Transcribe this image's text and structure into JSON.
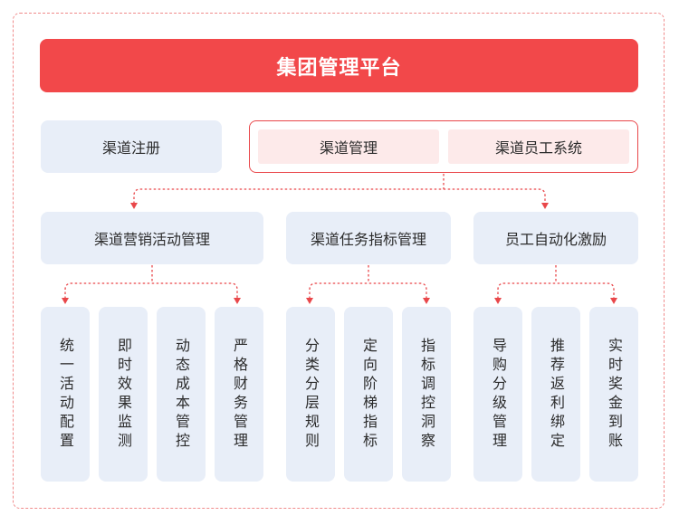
{
  "title": "集团管理平台",
  "channel_register": "渠道注册",
  "channel_manage": "渠道管理",
  "channel_staff_system": "渠道员工系统",
  "groups": [
    {
      "label": "渠道营销活动管理",
      "items": [
        "统一活动配置",
        "即时效果监测",
        "动态成本管控",
        "严格财务管理"
      ]
    },
    {
      "label": "渠道任务指标管理",
      "items": [
        "分类分层规则",
        "定向阶梯指标",
        "指标调控洞察"
      ]
    },
    {
      "label": "员工自动化激励",
      "items": [
        "导购分级管理",
        "推荐返利绑定",
        "实时奖金到账"
      ]
    }
  ],
  "colors": {
    "accent": "#f2484a",
    "box": "#e8eef8",
    "pink": "#fdeaea",
    "connector": "#e9474a"
  }
}
